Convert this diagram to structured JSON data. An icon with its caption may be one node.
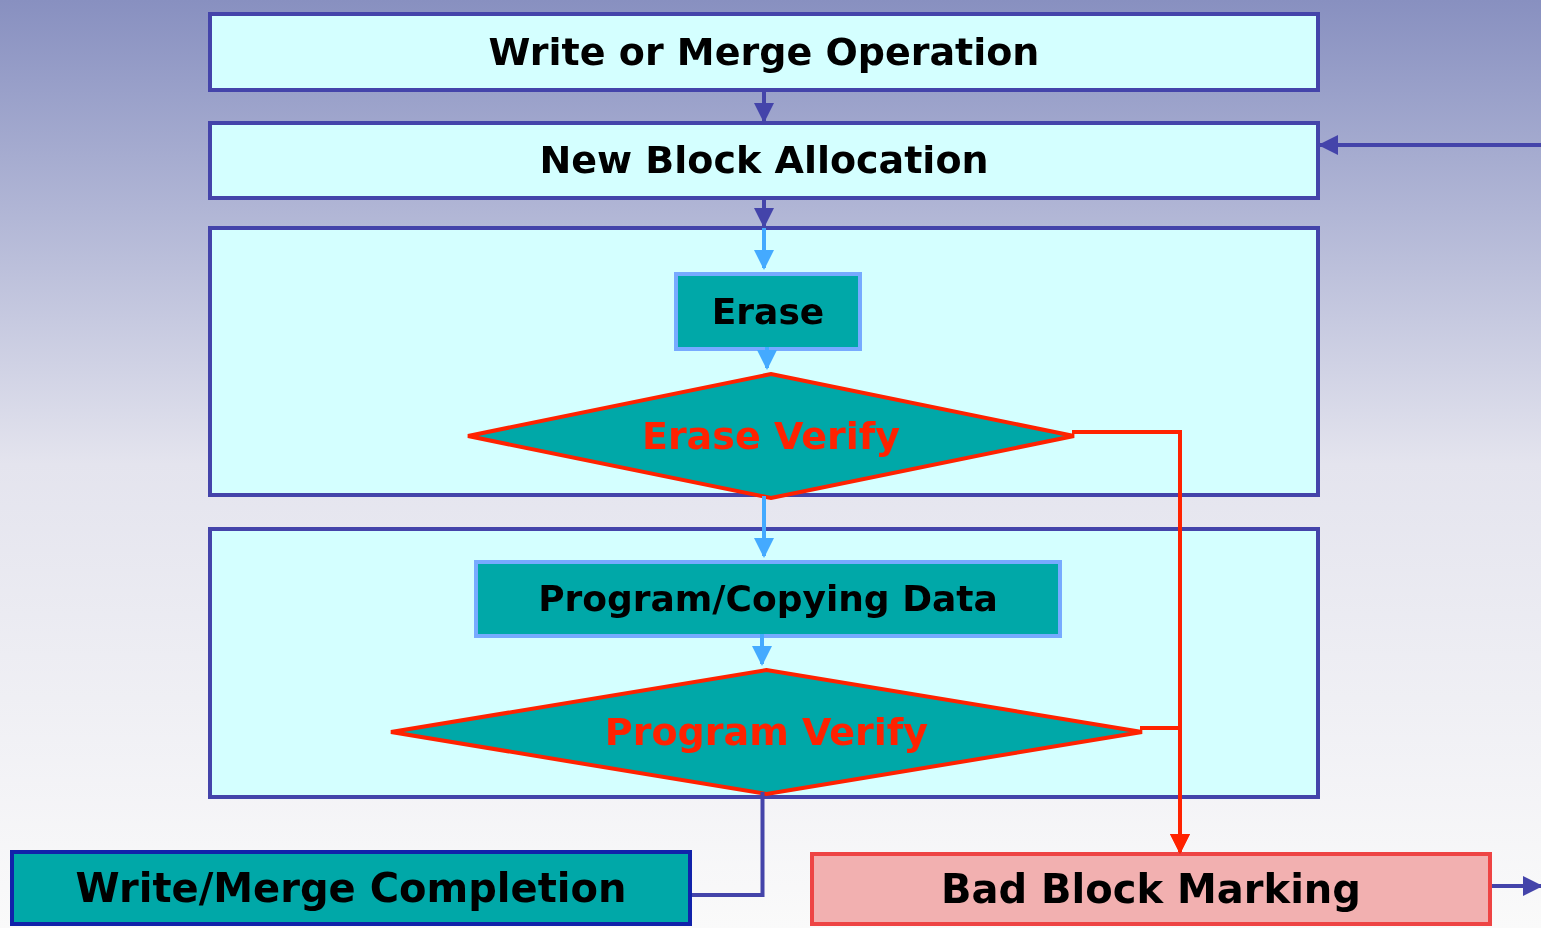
{
  "diagram": {
    "nodes": [
      {
        "text": [
          "Write or Merge Operation"
        ]
      },
      {
        "text": [
          "New Block Allocation"
        ]
      },
      {
        "text": [],
        "shape": "box"
      },
      {
        "text": [
          "Erase"
        ],
        "in": 2
      },
      {
        "text": [
          "Erase Verify"
        ],
        "in": 2
      },
      {
        "text": [],
        "shape": "box"
      },
      {
        "text": [
          "Program/Copying Data"
        ],
        "in": 5
      },
      {
        "text": [
          "Program Verify"
        ],
        "in": 5
      },
      {
        "text": [
          "Write/Merge Completion"
        ]
      },
      {
        "text": [
          "Bad Block Marking"
        ]
      }
    ],
    "edges": [
      {
        "from": 0,
        "to": 1,
        "arrow": "to"
      },
      {
        "from": 1,
        "to": 2,
        "arrow": "to"
      },
      {
        "from": 2,
        "to": 3,
        "arrow": "to",
        "color": "#44aaff"
      },
      {
        "from": 3,
        "to": 4,
        "arrow": "to",
        "color": "#44aaff"
      },
      {
        "from": 4,
        "to": 6,
        "arrow": "to",
        "color": "#44aaff"
      },
      {
        "from": 6,
        "to": 7,
        "arrow": "to",
        "color": "#44aaff"
      },
      {
        "from": 4,
        "to": 9,
        "arrow": "to",
        "color": "#ff2200"
      },
      {
        "from": 7,
        "to": 9,
        "arrow": "to",
        "color": "#ff2200"
      },
      {
        "from": 7,
        "to": 8,
        "arrow": "none"
      },
      {
        "from": null,
        "to": 1,
        "arrow": "to"
      },
      {
        "from": 9,
        "to": null,
        "arrow": "to"
      }
    ]
  }
}
